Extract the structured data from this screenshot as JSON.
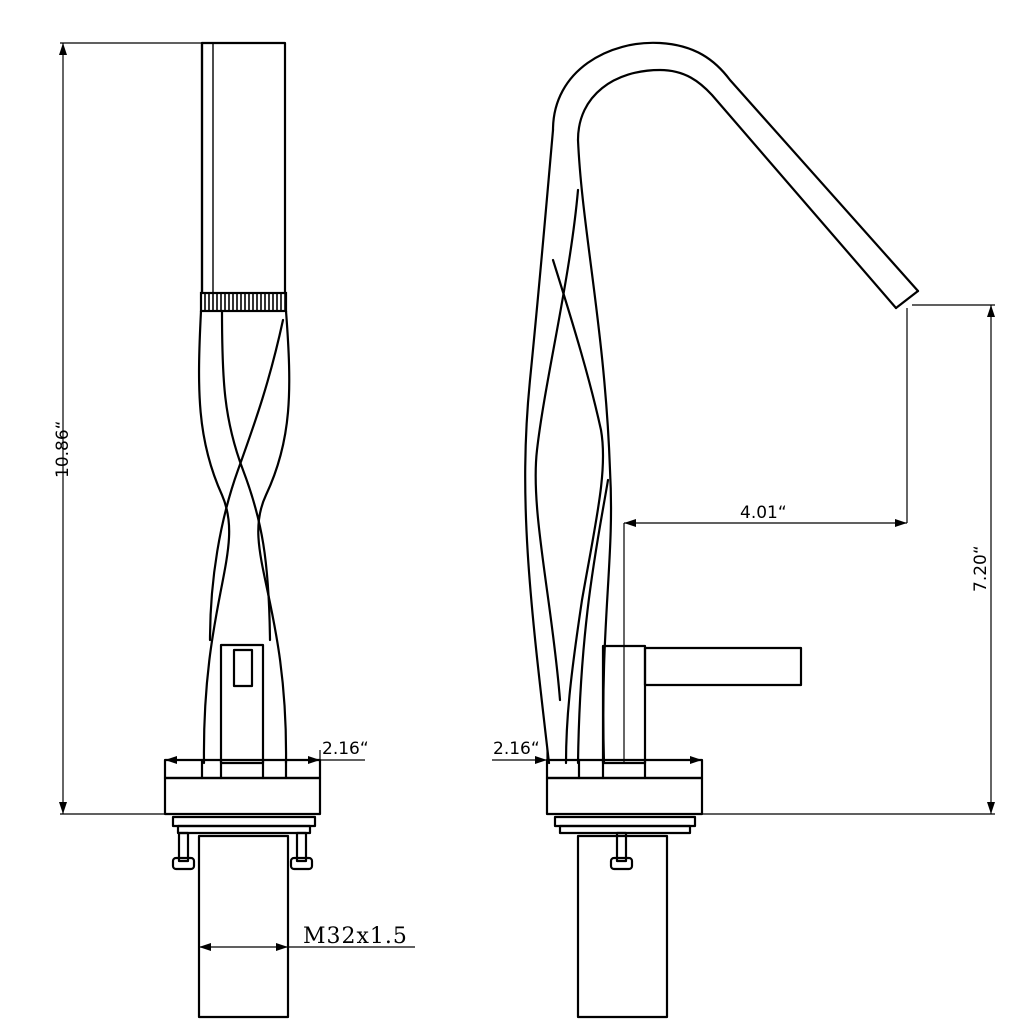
{
  "drawing": {
    "dimensions": {
      "total_height": "10.86“",
      "base_width_front": "2.16“",
      "base_width_side": "2.16“",
      "spout_reach": "4.01“",
      "spout_height": "7.20“",
      "thread": "M32x1.5"
    }
  }
}
